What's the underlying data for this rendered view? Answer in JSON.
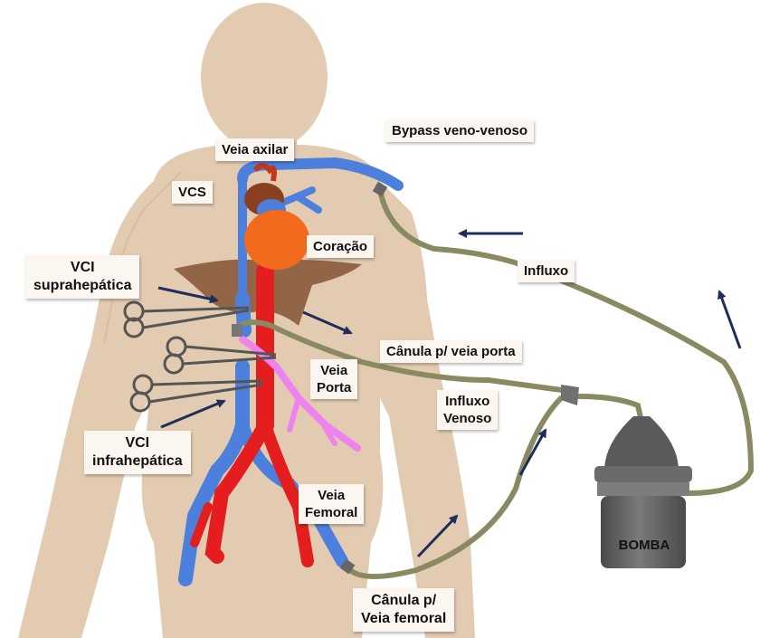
{
  "labels": {
    "bypass": "Bypass veno-venoso",
    "veia_axilar": "Veia axilar",
    "vcs": "VCS",
    "coracao": "Coração",
    "vci_supra_1": "VCI",
    "vci_supra_2": "suprahepática",
    "influxo": "Influxo",
    "canula_porta": "Cânula p/ veia porta",
    "veia_porta_1": "Veia",
    "veia_porta_2": "Porta",
    "influxo_venoso_1": "Influxo",
    "influxo_venoso_2": "Venoso",
    "vci_infra_1": "VCI",
    "vci_infra_2": "infrahepática",
    "veia_femoral_1": "Veia",
    "veia_femoral_2": "Femoral",
    "bomba": "BOMBA",
    "canula_femoral_1": "Cânula p/",
    "canula_femoral_2": "Veia femoral"
  },
  "colors": {
    "body": "#e3cbb1",
    "vein": "#4d7fdc",
    "artery": "#e41e1e",
    "portal": "#ee82ee",
    "liver": "#8a5a3c",
    "heart": "#f26a1c",
    "tube": "#8a8a62",
    "pump": "#5e5e5e",
    "arrow": "#1f2d5c"
  },
  "icons": [
    "clamp-icon",
    "pump-icon",
    "flow-arrow-icon"
  ]
}
